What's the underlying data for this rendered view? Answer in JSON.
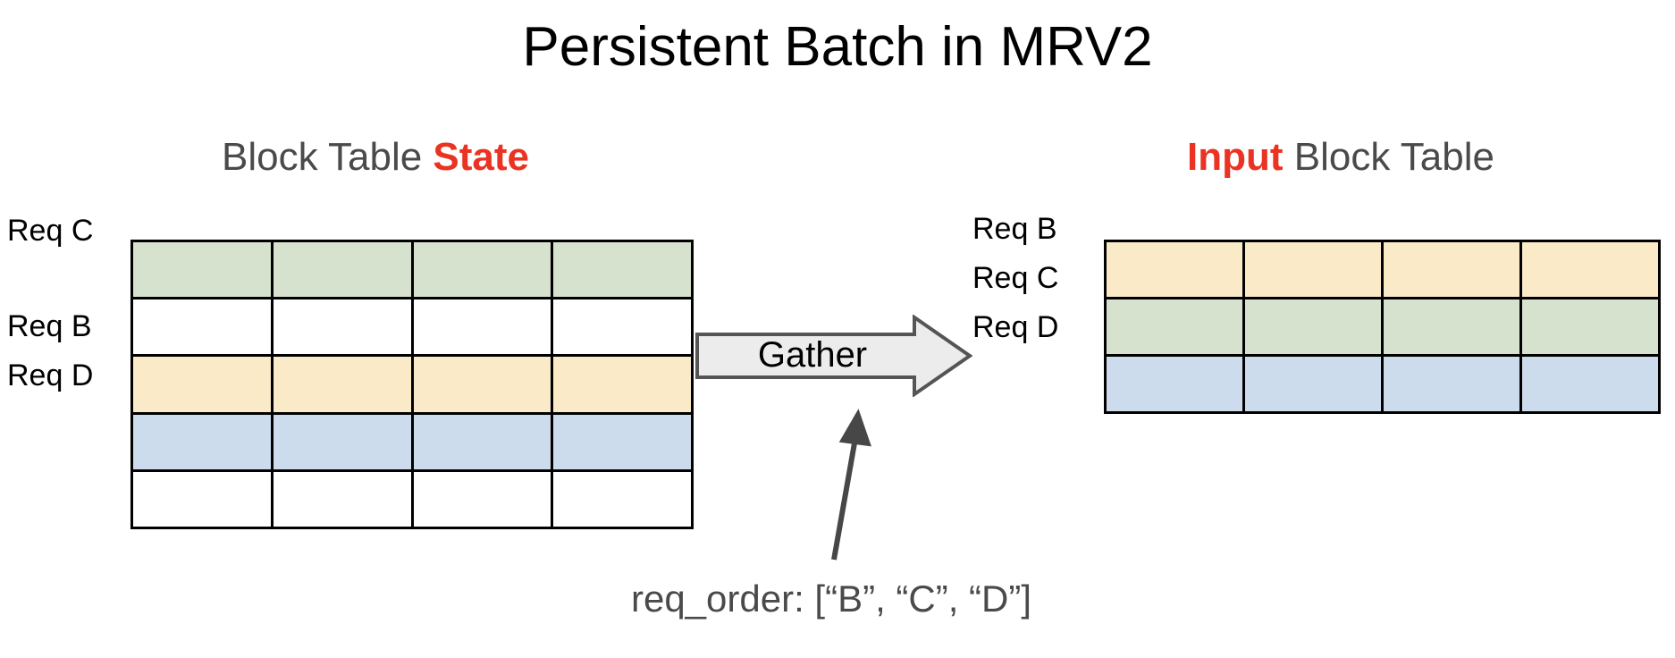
{
  "title": "Persistent Batch in MRV2",
  "colors": {
    "accent_red": "#ea3323",
    "heading_gray": "#4a4a4a",
    "cell_green": "#d6e2cd",
    "cell_yellow": "#faeac7",
    "cell_blue": "#cddcec",
    "cell_empty": "#ffffff",
    "grid_line": "#000000",
    "arrow_fill": "#ececec",
    "arrow_stroke": "#555555"
  },
  "left_panel": {
    "heading_plain_1": "Block Table ",
    "heading_accent": "State",
    "heading_plain_2": "",
    "columns": 4,
    "rows": 5,
    "row_labels": [
      "Req C",
      "",
      "Req B",
      "Req D",
      ""
    ],
    "row_colors": [
      "green",
      "empty",
      "yellow",
      "blue",
      "empty"
    ]
  },
  "right_panel": {
    "heading_plain_1": "",
    "heading_accent": "Input",
    "heading_plain_2": " Block Table",
    "columns": 4,
    "rows": 3,
    "row_labels": [
      "Req B",
      "Req C",
      "Req D"
    ],
    "row_colors": [
      "yellow",
      "green",
      "blue"
    ]
  },
  "operation": {
    "label": "Gather"
  },
  "caption": {
    "text": "req_order: [“B”, “C”, “D”]"
  }
}
